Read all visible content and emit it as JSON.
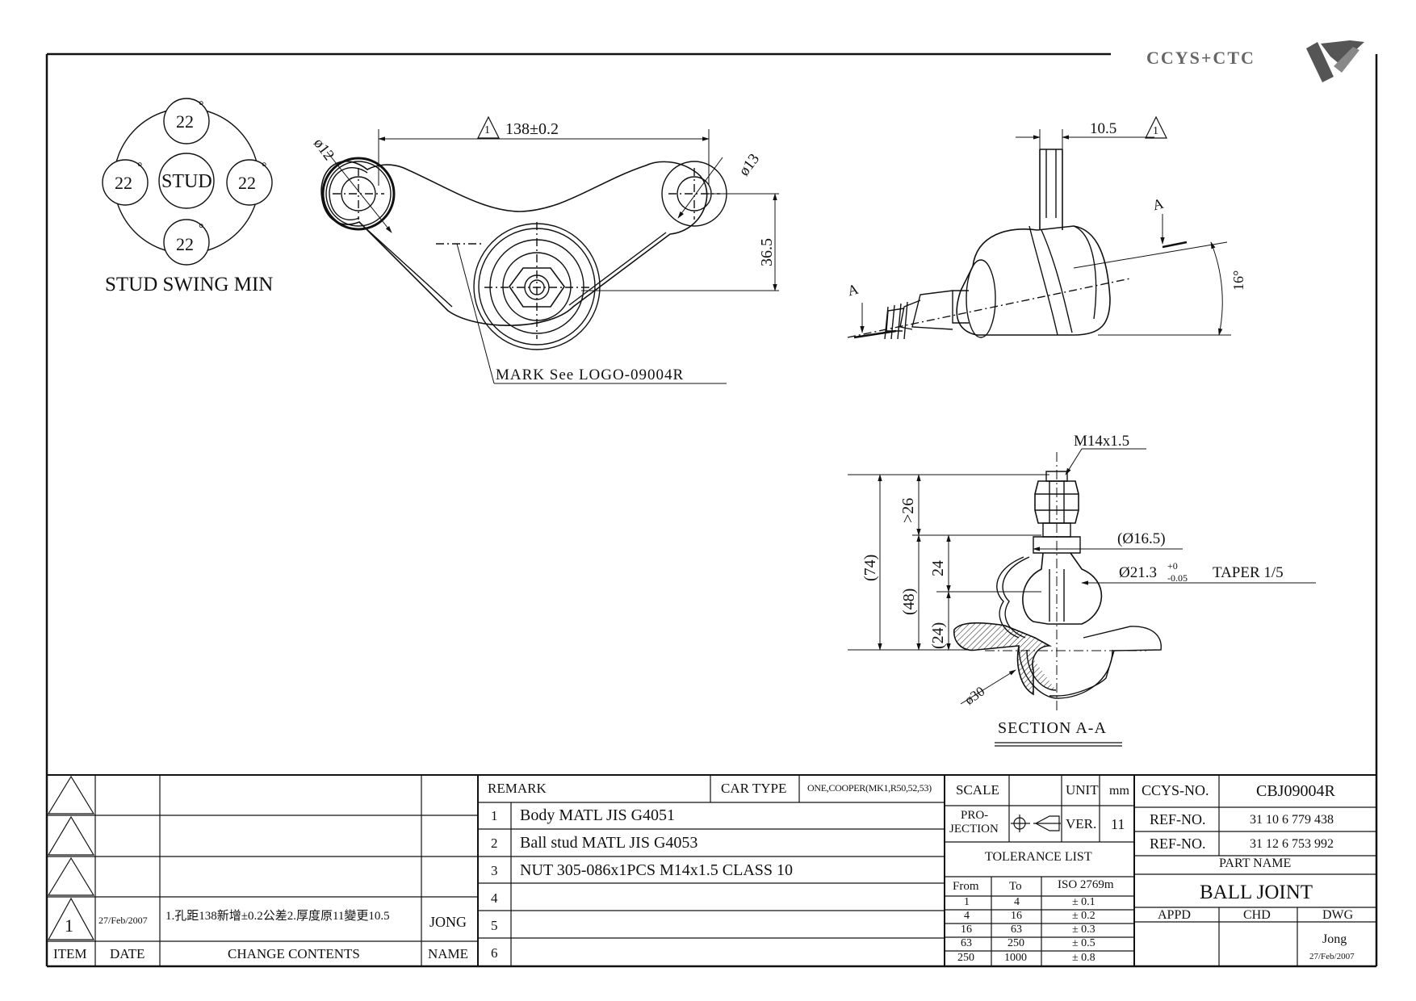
{
  "logo": {
    "text": "CCYS+CTC"
  },
  "swing": {
    "top": "22",
    "left": "22",
    "right": "22",
    "bottom": "22",
    "center": "STUD",
    "degree": "°",
    "caption": "STUD SWING MIN"
  },
  "top_view": {
    "dim_span": "138±0.2",
    "rev_mark": "1",
    "dia_left": "ø12",
    "dia_right": "ø13",
    "dim_height": "36.5",
    "mark_note": "MARK See LOGO-09004R"
  },
  "side_view": {
    "dim_offset": "10.5",
    "rev_mark": "1",
    "section_label_a_top": "A",
    "section_label_a_bottom": "A",
    "angle": "16°"
  },
  "section_view": {
    "thread": "M14x1.5",
    "dim_26": ">26",
    "dim_74": "(74)",
    "dim_48": "(48)",
    "dim_24a": "24",
    "dim_24b": "(24)",
    "dia_165": "(Ø16.5)",
    "dia_213": "Ø21.3",
    "tol_up": "+0",
    "tol_down": "-0.05",
    "taper": "TAPER 1/5",
    "dia_30": "ø30",
    "title": "SECTION A-A"
  },
  "revision_table": {
    "headers": {
      "item": "ITEM",
      "date": "DATE",
      "contents": "CHANGE CONTENTS",
      "name": "NAME"
    },
    "rows": [
      {
        "item": "",
        "date": "",
        "contents": "",
        "name": ""
      },
      {
        "item": "",
        "date": "",
        "contents": "",
        "name": ""
      },
      {
        "item": "",
        "date": "",
        "contents": "",
        "name": ""
      },
      {
        "item": "1",
        "date": "27/Feb/2007",
        "contents": "1.孔距138新增±0.2公差2.厚度原11變更10.5",
        "name": "JONG"
      }
    ]
  },
  "remark": {
    "header": "REMARK",
    "car_type_label": "CAR TYPE",
    "car_type_value": "ONE,COOPER(MK1,R50,52,53)",
    "items": [
      {
        "no": "1",
        "text": "Body MATL JIS G4051"
      },
      {
        "no": "2",
        "text": "Ball stud MATL JIS G4053"
      },
      {
        "no": "3",
        "text": "NUT 305-086x1PCS M14x1.5 CLASS 10"
      },
      {
        "no": "4",
        "text": ""
      },
      {
        "no": "5",
        "text": ""
      },
      {
        "no": "6",
        "text": ""
      }
    ]
  },
  "info": {
    "scale_label": "SCALE",
    "unit_label": "UNIT",
    "unit_value": "mm",
    "projection_label_1": "PRO-",
    "projection_label_2": "JECTION",
    "ver_label": "VER.",
    "ver_value": "11",
    "tolerance_title": "TOLERANCE LIST",
    "tol_headers": {
      "from": "From",
      "to": "To",
      "iso": "ISO 2769m"
    },
    "tolerances": [
      {
        "from": "1",
        "to": "4",
        "tol": "± 0.1"
      },
      {
        "from": "4",
        "to": "16",
        "tol": "± 0.2"
      },
      {
        "from": "16",
        "to": "63",
        "tol": "± 0.3"
      },
      {
        "from": "63",
        "to": "250",
        "tol": "± 0.5"
      },
      {
        "from": "250",
        "to": "1000",
        "tol": "± 0.8"
      }
    ]
  },
  "title_block": {
    "ccys_label": "CCYS-NO.",
    "ccys_value": "CBJ09004R",
    "ref1_label": "REF-NO.",
    "ref1_value": "31 10 6 779 438",
    "ref2_label": "REF-NO.",
    "ref2_value": "31 12 6 753 992",
    "part_name_label": "PART NAME",
    "part_name": "BALL JOINT",
    "appd": "APPD",
    "chd": "CHD",
    "dwg": "DWG",
    "dwg_name": "Jong",
    "dwg_date": "27/Feb/2007"
  }
}
